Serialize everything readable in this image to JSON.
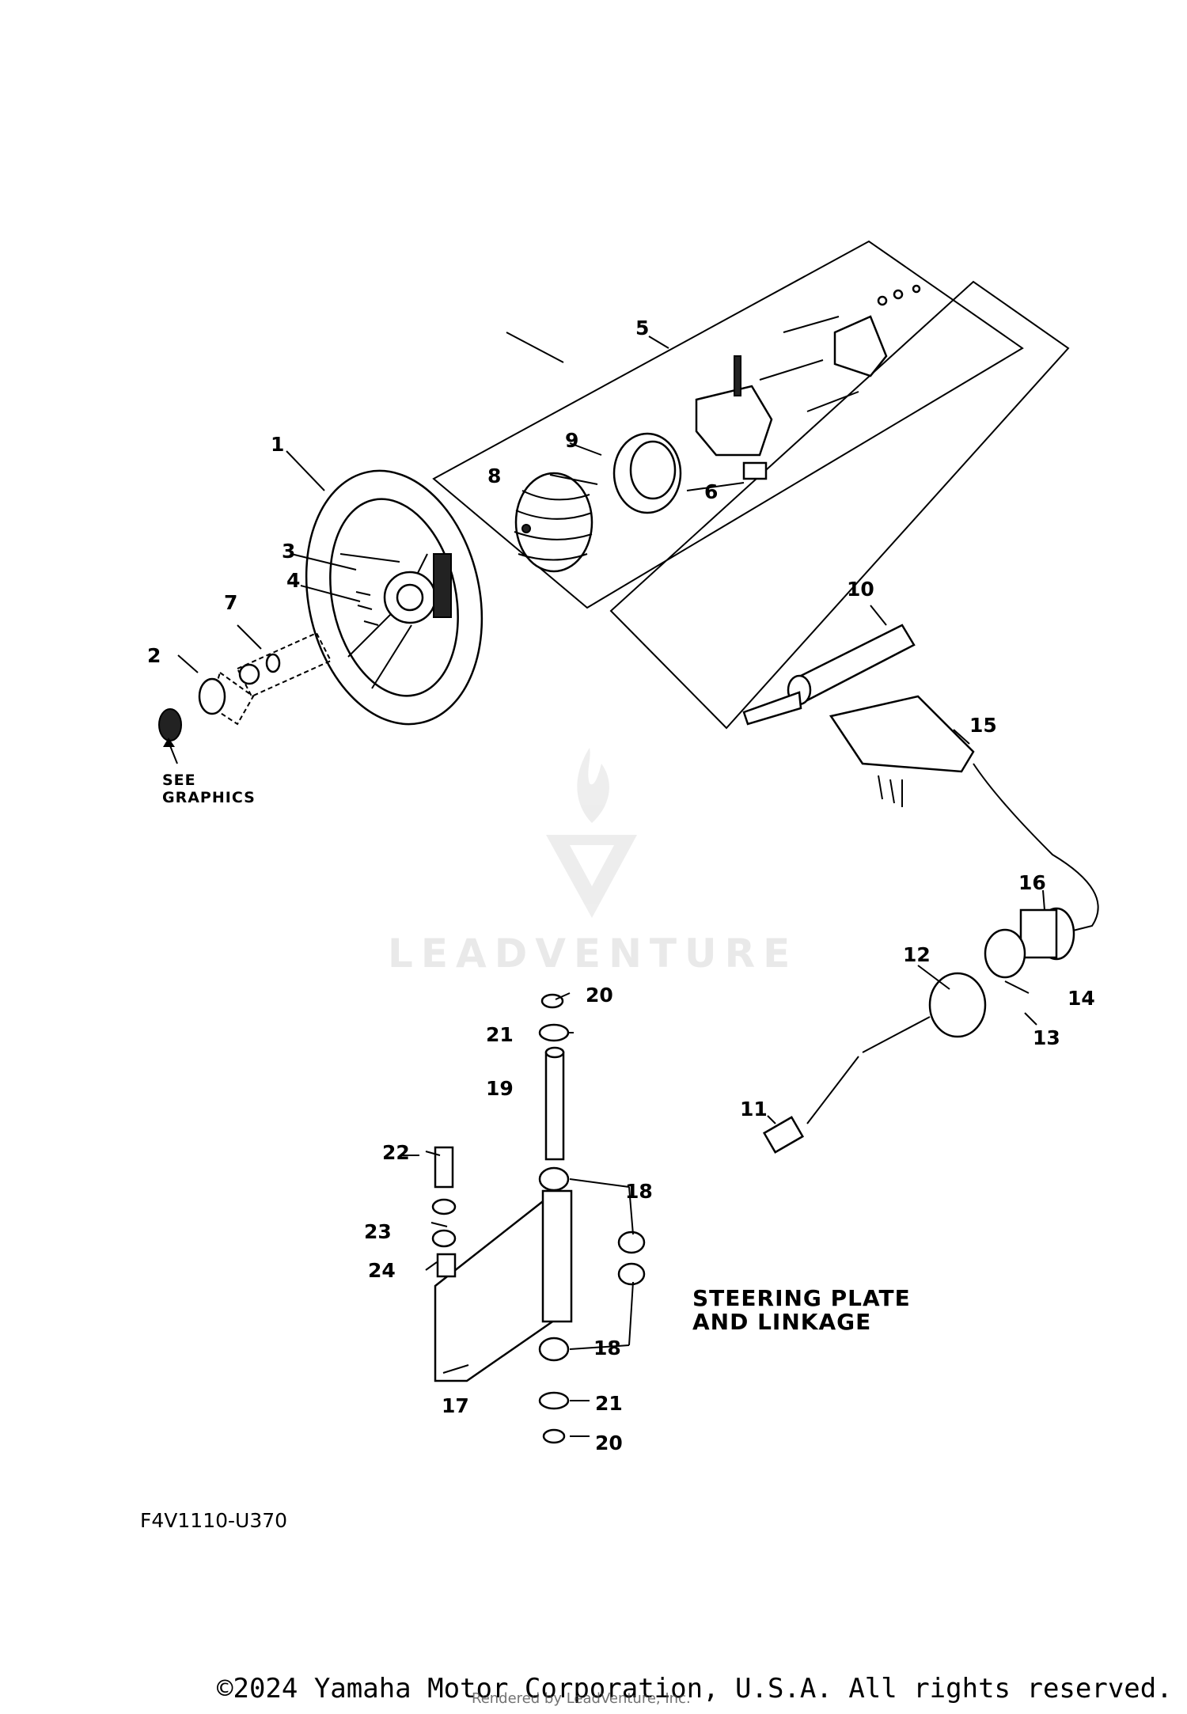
{
  "callouts": [
    "1",
    "2",
    "3",
    "4",
    "5",
    "6",
    "7",
    "8",
    "9",
    "10",
    "11",
    "12",
    "13",
    "14",
    "15",
    "16",
    "17",
    "18",
    "18",
    "19",
    "20",
    "20",
    "21",
    "21",
    "22",
    "23",
    "24"
  ],
  "see_graphics": [
    "SEE",
    "GRAPHICS"
  ],
  "section_title": [
    "STEERING PLATE",
    "AND LINKAGE"
  ],
  "diagram_code": "F4V1110-U370",
  "watermark": "LEADVENTURE",
  "copyright": "©2024 Yamaha Motor Corporation, U.S.A. All rights reserved.",
  "rendered_by": "Rendered by LeadVenture, Inc."
}
